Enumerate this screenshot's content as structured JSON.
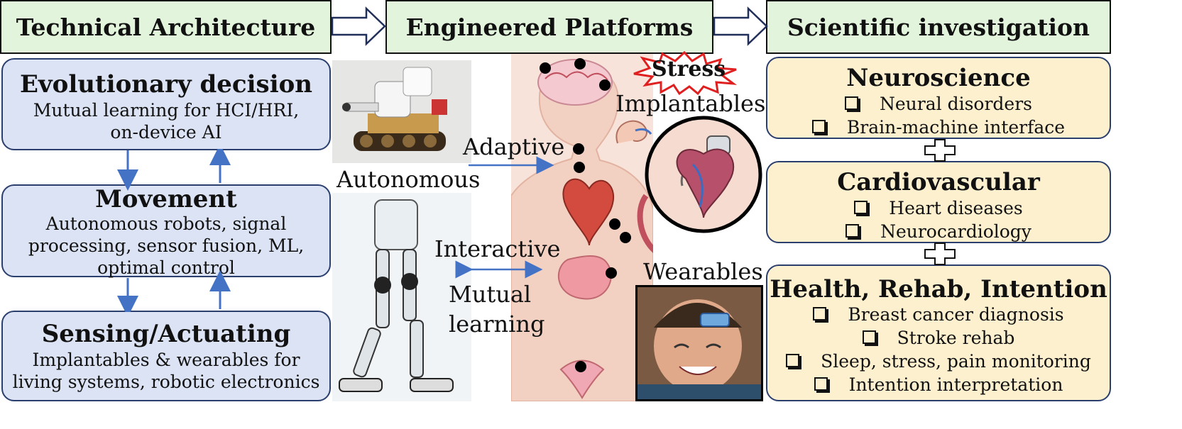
{
  "headers": {
    "technical": "Technical Architecture",
    "engineered": "Engineered Platforms",
    "scientific": "Scientific investigation"
  },
  "left": {
    "evolutionary": {
      "title": "Evolutionary decision",
      "lines": [
        "Mutual learning for HCI/HRI,",
        "on-device AI"
      ]
    },
    "movement": {
      "title": "Movement",
      "lines": [
        "Autonomous robots, signal",
        "processing, sensor fusion, ML,",
        "optimal control"
      ]
    },
    "sensing": {
      "title": "Sensing/Actuating",
      "lines": [
        "Implantables & wearables for",
        "living systems, robotic electronics"
      ]
    }
  },
  "center": {
    "autonomous": "Autonomous",
    "adaptive": "Adaptive",
    "interactive": "Interactive",
    "mutual_learning": [
      "Mutual",
      "learning"
    ],
    "stress": "Stress",
    "implantables": "Implantables",
    "wearables": "Wearables"
  },
  "right": {
    "neuroscience": {
      "title": "Neuroscience",
      "items": [
        "Neural disorders",
        "Brain-machine interface"
      ]
    },
    "cardiovascular": {
      "title": "Cardiovascular",
      "items": [
        "Heart diseases",
        "Neurocardiology"
      ]
    },
    "health": {
      "title": "Health, Rehab, Intention",
      "items": [
        "Breast cancer diagnosis",
        "Stroke rehab",
        "Sleep, stress, pain monitoring",
        "Intention interpretation"
      ]
    }
  },
  "colors": {
    "header_fill": "#e2f5dc",
    "left_box_fill": "#dbe3f4",
    "right_box_fill": "#fdf0cf",
    "arrow_blue": "#4472c4",
    "border_navy": "#2b3f6e"
  }
}
